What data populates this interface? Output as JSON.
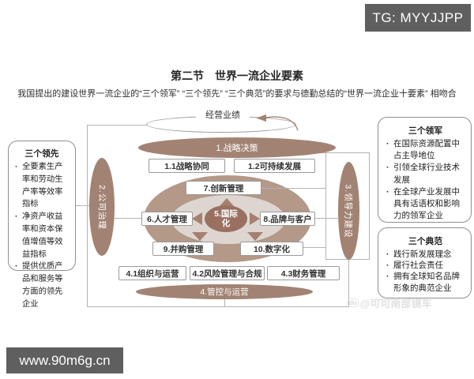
{
  "watermarks": {
    "tg_badge": "TG: MYYJJPP",
    "site_badge": "www.90m6g.cn",
    "photo_credit": "@可可南部镜车",
    "photo_credit_icon": "baidu-paw-icon"
  },
  "header": {
    "title": "第二节　世界一流企业要素",
    "subtitle": "我国提出的建设世界一流企业的“三个领军” “三个领先” “三个典范”的要求与德勤总结的“世界一流企业十要素” 相吻合"
  },
  "side_panels": {
    "leading": {
      "title": "三个领先",
      "bullets": [
        "全要素生产率和劳动生产率等效率指标",
        "净资产收益率和资本保值增值等效益指标",
        "提供优质产品和服务等方面的领先企业"
      ]
    },
    "leaders": {
      "title": "三个领军",
      "bullets": [
        "在国际资源配置中占主导地位",
        "引领全球行业技术发展",
        "在全球产业发展中具有话语权和影响力的领军企业"
      ]
    },
    "models": {
      "title": "三个典范",
      "bullets": [
        "践行新发展理念",
        "履行社会责任",
        "拥有全球知名品牌形象的典范企业"
      ]
    }
  },
  "diagram": {
    "performance_label": "经营业绩",
    "strategy_ellipse": "1.战略决策",
    "control_ellipse": "4.管控与运营",
    "governance_ellipse": "2.公司治理",
    "leadership_ellipse": "3.领导力建设",
    "core": {
      "line1": "5.国际",
      "line2": "化"
    },
    "nodes": {
      "n11": "1.1战略协同",
      "n12": "1.2可持续发展",
      "n7": "7.创新管理",
      "n6": "6.人才管理",
      "n8": "8.品牌与客户",
      "n9": "9.并购管理",
      "n10": "10.数字化",
      "n41": "4.1组织与运营",
      "n42": "4.2风险管理与合规",
      "n43": "4.3财务管理"
    }
  },
  "colors": {
    "accent_brown": "#a28373",
    "ring_brown": "#b49888",
    "ring_inner": "#ddd6d0",
    "core_brown": "#9a7061",
    "arrow_brown": "#a5806f",
    "badge_gray": "#5f5f5f",
    "line_gray": "#b3b3b3"
  }
}
